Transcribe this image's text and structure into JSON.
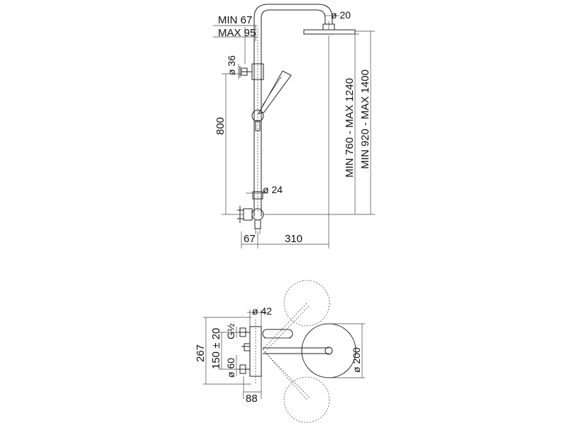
{
  "drawing": {
    "side_view": {
      "min_label": "MIN 67",
      "max_label": "MAX 95",
      "pipe_diameter": "ø 20",
      "holder_diameter": "ø 36",
      "height_800": "800",
      "connection_diameter": "ø 24",
      "offset_67": "67",
      "arm_length": "310",
      "height_range_inner": "MIN 760 - MAX 1240",
      "height_range_outer": "MIN 920 - MAX 1400"
    },
    "top_view": {
      "body_diameter": "ø 42",
      "thread": "G½",
      "width_267": "267",
      "spacing": "150 ± 20",
      "inlet_diameter": "ø 60",
      "depth_88": "88",
      "head_diameter": "ø 200"
    }
  }
}
